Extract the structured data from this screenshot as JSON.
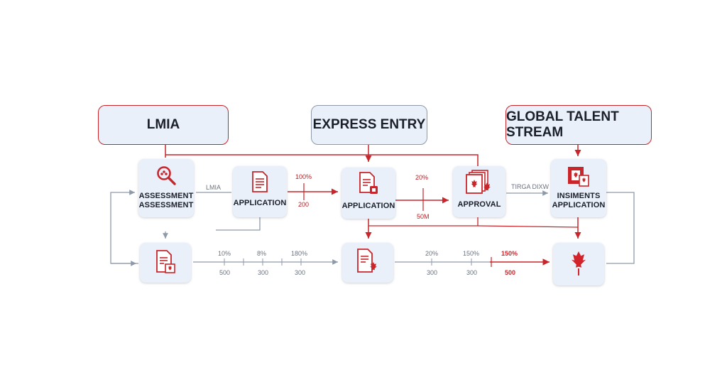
{
  "headers": {
    "lmia": "LMIA",
    "express_entry": "EXPRESS ENTRY",
    "global_talent": "GLOBAL TALENT STREAM"
  },
  "nodes": {
    "assessment": {
      "line1": "ASSESSMENT",
      "line2": "ASSESSMENT",
      "icon": "magnifier-icon"
    },
    "application_1": {
      "line1": "APPLICATION",
      "icon": "document-icon"
    },
    "application_2": {
      "line1": "APPLICATION",
      "icon": "document-stamp-icon"
    },
    "approval": {
      "line1": "APPROVAL",
      "icon": "canada-documents-icon"
    },
    "insiments": {
      "line1": "INSIMENTS",
      "line2": "APPLICATION",
      "icon": "canada-flag-doc-icon"
    },
    "bottom_doc_1": {
      "icon": "document-maple-icon"
    },
    "bottom_doc_2": {
      "icon": "document-maple-icon"
    },
    "bottom_maple": {
      "icon": "maple-leaf-icon"
    }
  },
  "connectors": {
    "lmia_label": "LMIA",
    "pct_100": "100%",
    "val_200": "200",
    "pct_20": "20%",
    "val_50m": "50M",
    "right_label": "TIRGA DIXW"
  },
  "bottom_scales": {
    "left": [
      {
        "top": "10%",
        "bottom": "500"
      },
      {
        "top": "8%",
        "bottom": "300"
      },
      {
        "top": "180%",
        "bottom": "300"
      }
    ],
    "right": [
      {
        "top": "20%",
        "bottom": "300"
      },
      {
        "top": "150%",
        "bottom": "300"
      }
    ],
    "red": {
      "top": "150%",
      "bottom": "500"
    }
  },
  "colors": {
    "red": "#c8262b",
    "gray": "#8f9aa9",
    "node_bg": "#e9f0fa"
  }
}
